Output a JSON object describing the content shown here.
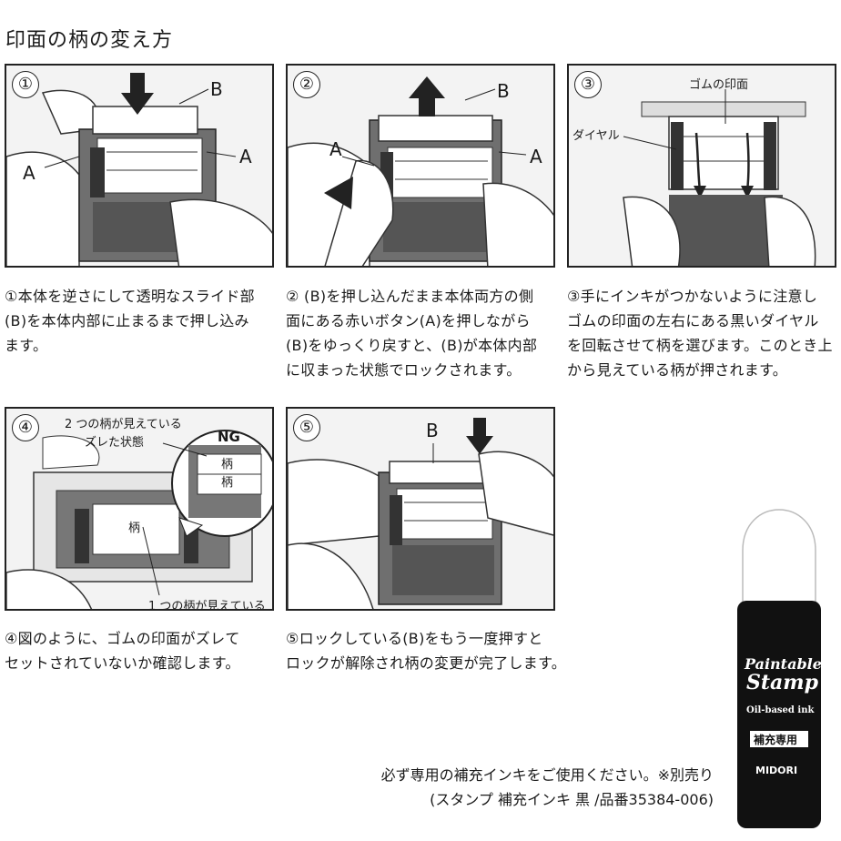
{
  "title": "印面の柄の変え方",
  "panels": [
    {
      "num": "①",
      "labels": {
        "b": "B",
        "a_left": "A",
        "a_right": "A"
      },
      "caption": [
        "①本体を逆さにして透明なスライド部",
        "(B)を本体内部に止まるまで押し込み",
        "ます。"
      ]
    },
    {
      "num": "②",
      "labels": {
        "b": "B",
        "a_left": "A",
        "a_right": "A"
      },
      "caption": [
        "② (B)を押し込んだまま本体両方の側",
        "面にある赤いボタン(A)を押しながら",
        "(B)をゆっくり戻すと、(B)が本体内部",
        "に収まった状態でロックされます。"
      ]
    },
    {
      "num": "③",
      "labels": {
        "rubber": "ゴムの印面",
        "dial": "ダイヤル"
      },
      "caption": [
        "③手にインキがつかないように注意し",
        "ゴムの印面の左右にある黒いダイヤル",
        "を回転させて柄を選びます。このとき上",
        "から見えている柄が押されます。"
      ]
    },
    {
      "num": "④",
      "labels": {
        "two": "2 つの柄が見えている",
        "shift": "ズレた状態",
        "ng": "NG",
        "pattern1": "柄",
        "pattern2": "柄",
        "pattern_main": "柄",
        "one": "1 つの柄が見えている"
      },
      "caption": [
        "④図のように、ゴムの印面がズレて",
        "セットされていないか確認します。"
      ]
    },
    {
      "num": "⑤",
      "labels": {
        "b": "B"
      },
      "caption": [
        "⑤ロックしている(B)をもう一度押すと",
        "ロックが解除され柄の変更が完了します。"
      ]
    }
  ],
  "device_label": "Paintable Stamp",
  "device_brand": "MIDORI",
  "note": [
    "必ず専用の補充インキをご使用ください。※別売り",
    "(スタンプ 補充インキ 黒 /品番35384-006)"
  ],
  "bottle": {
    "line1": "Paintable",
    "line2": "Stamp",
    "line3": "Oil-based ink",
    "badge": "補充専用",
    "brand": "MIDORI"
  }
}
